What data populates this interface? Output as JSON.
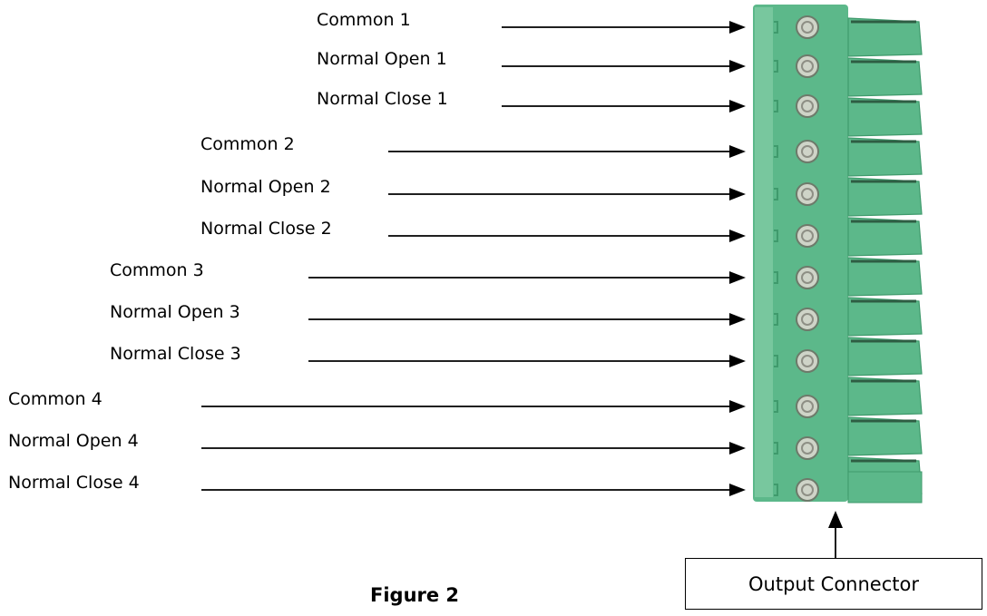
{
  "pins": [
    {
      "label": "Common 1"
    },
    {
      "label": "Normal Open 1"
    },
    {
      "label": "Normal Close 1"
    },
    {
      "label": "Common 2"
    },
    {
      "label": "Normal Open 2"
    },
    {
      "label": "Normal Close 2"
    },
    {
      "label": "Common 3"
    },
    {
      "label": "Normal Open 3"
    },
    {
      "label": "Normal Close 3"
    },
    {
      "label": "Common 4"
    },
    {
      "label": "Normal Open 4"
    },
    {
      "label": "Normal Close 4"
    }
  ],
  "connector_label": "Output Connector",
  "figure_caption": "Figure 2",
  "colors": {
    "connector_body": "#5cb88a",
    "connector_light": "#8fd3ae",
    "connector_dark": "#3f9a6c",
    "screw": "#cfd4c8",
    "arrow": "#000000"
  }
}
